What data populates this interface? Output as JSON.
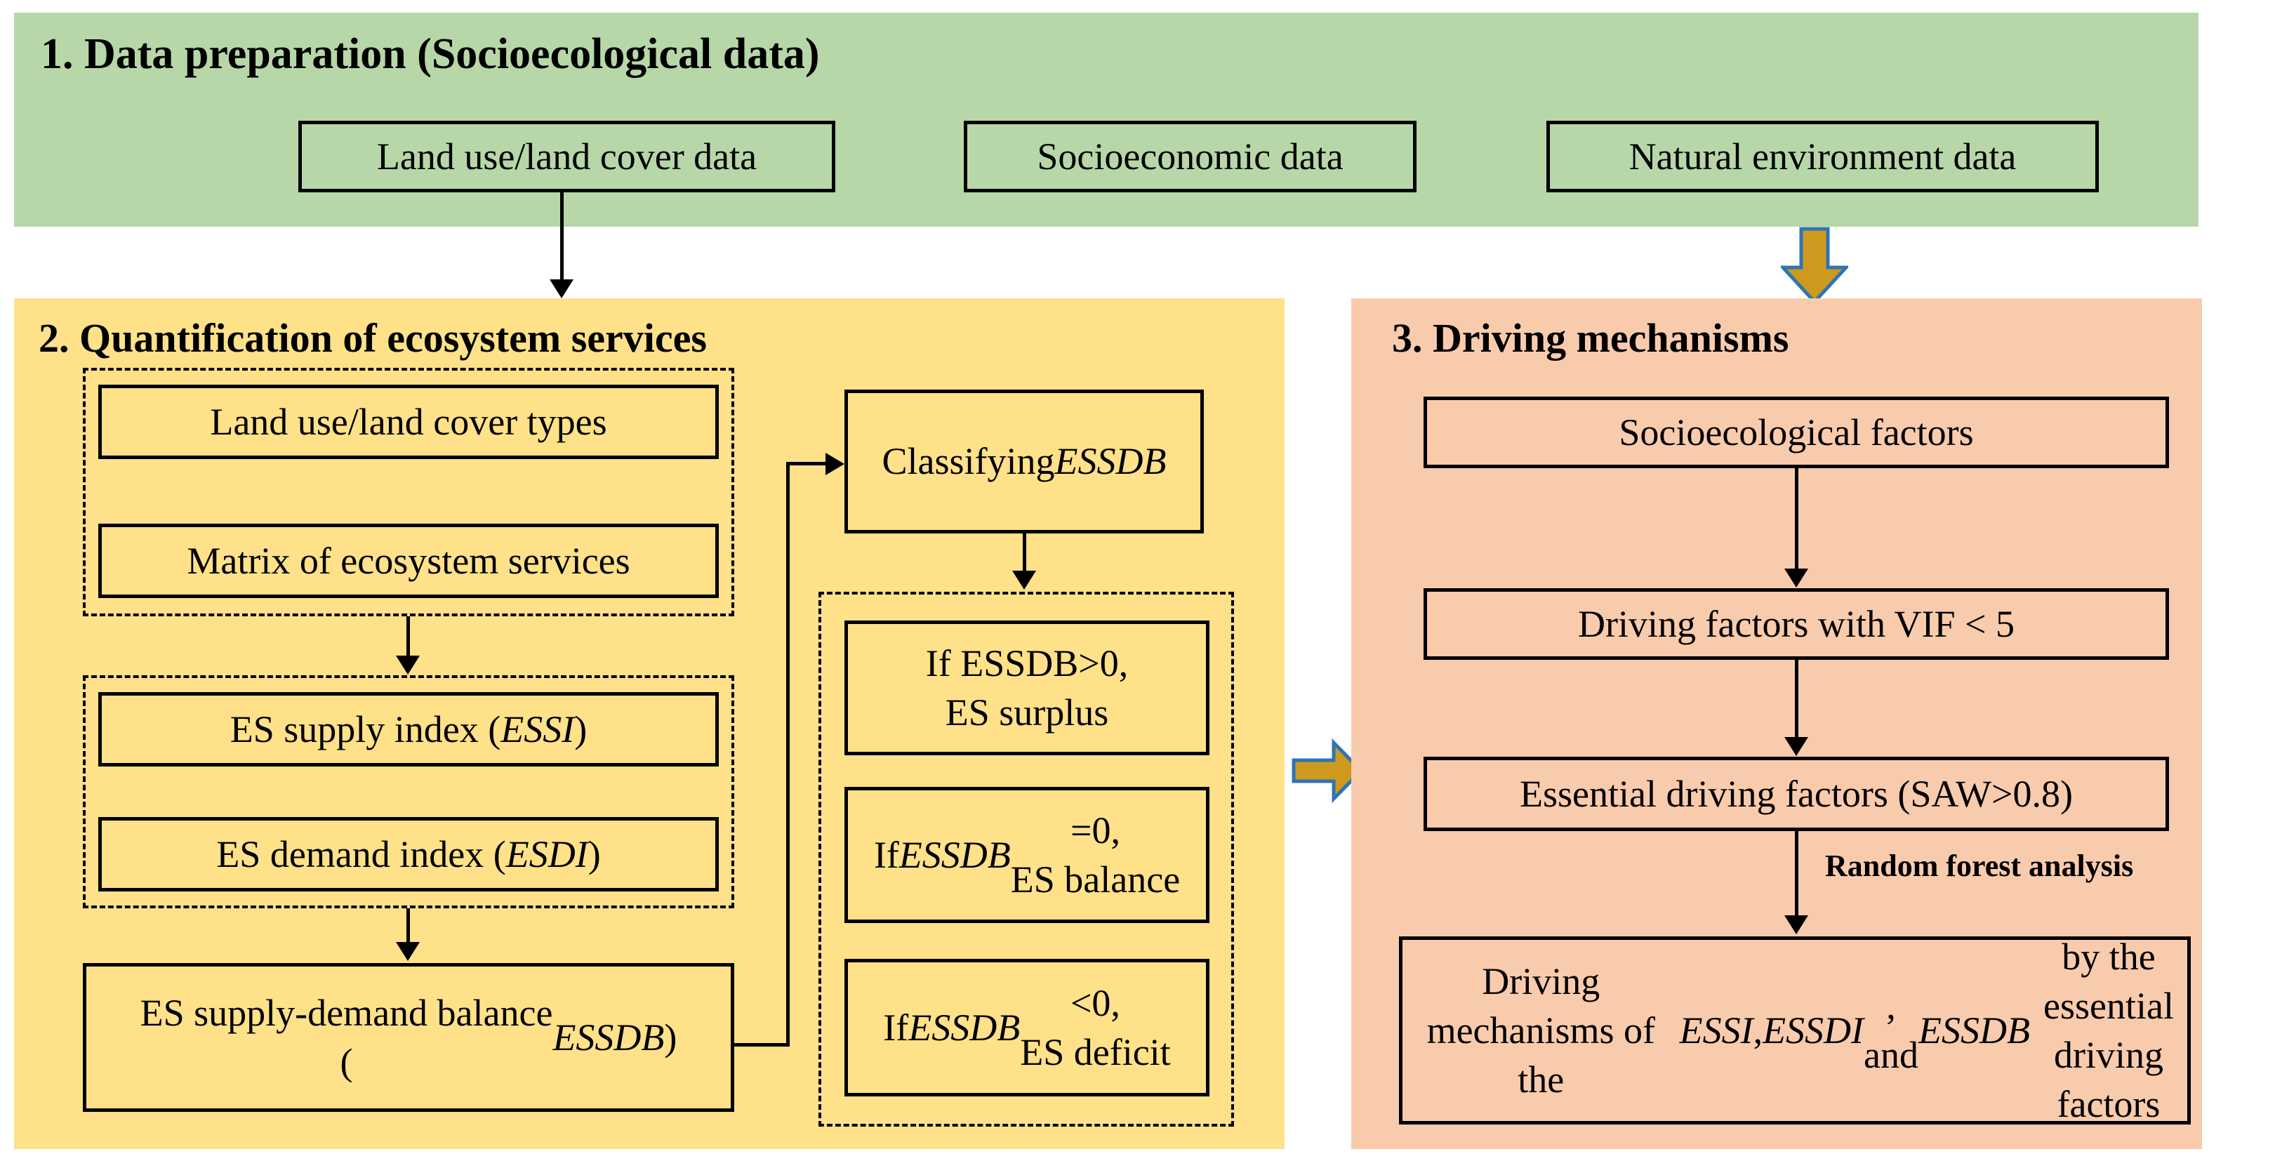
{
  "colors": {
    "page_bg": "#ffffff",
    "section1_bg": "#b7d7a8",
    "section2_bg": "#ffe18a",
    "section3_bg": "#f9cbad",
    "gold_arrow_fill": "#cd9a1e",
    "gold_arrow_border": "#2e74b5",
    "line_color": "#000000"
  },
  "section1": {
    "title": "1. Data preparation (Socioecological data)",
    "boxes": [
      "Land use/land cover data",
      "Socioeconomic data",
      "Natural environment data"
    ]
  },
  "section2": {
    "title": "2. Quantification of ecosystem services",
    "lulc_types_box": "Land use/land cover types",
    "matrix_box": "Matrix of ecosystem services",
    "supply_box": "ES supply index (*ESSI*)",
    "demand_box": "ES demand index (*ESDI*)",
    "balance_box": "ES supply-demand balance\n(*ESSDB*)",
    "classify_box": "Classifying\n*ESSDB*",
    "condition_boxes": [
      "If ESSDB>0,\nES surplus",
      "If *ESSDB*=0,\nES balance",
      "If *ESSDB*<0,\nES deficit"
    ]
  },
  "section3": {
    "title": "3. Driving mechanisms",
    "factors_box": "Socioecological factors",
    "vif_box": "Driving factors with VIF < 5",
    "essential_box": "Essential driving factors (SAW>0.8)",
    "arrow_label": "Random forest analysis",
    "result_box": "Driving mechanisms of the *ESSI*,\n*ESSDI*, and *ESSDB* by the essential\ndriving factors"
  }
}
